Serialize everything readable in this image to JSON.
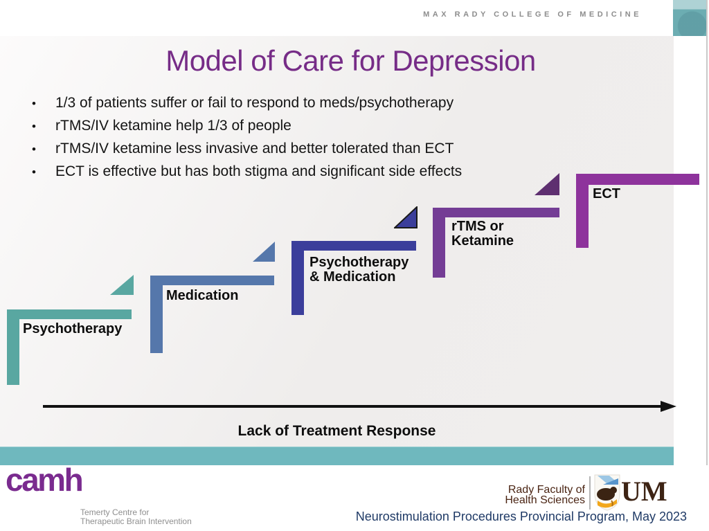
{
  "brand": {
    "college_name": "MAX RADY COLLEGE OF MEDICINE"
  },
  "slide": {
    "title": "Model of Care for Depression",
    "bullet_glyph": "•",
    "bullets": [
      "1/3 of patients suffer or fail to respond to meds/psychotherapy",
      "rTMS/IV ketamine help 1/3 of people",
      "rTMS/IV ketamine less invasive and better tolerated than ECT",
      "ECT is effective but has both stigma and significant side effects"
    ],
    "diagram": {
      "type": "ascending-steps",
      "steps": [
        {
          "label": "Psychotherapy",
          "color": "#59A7A1"
        },
        {
          "label": "Medication",
          "color": "#5577AB"
        },
        {
          "label": "Psychotherapy\n& Medication",
          "color": "#3B3E9B"
        },
        {
          "label": "rTMS or\nKetamine",
          "color": "#743D95"
        },
        {
          "label": "ECT",
          "color": "#8E339C"
        }
      ],
      "step_arrows": [
        {
          "color": "#59A7A1"
        },
        {
          "color": "#5577AB"
        },
        {
          "color": "#3B3E9B",
          "outline": "#1a1a1a"
        },
        {
          "color": "#5E2F70"
        }
      ],
      "x_axis_label": "Lack of Treatment Response"
    }
  },
  "footer": {
    "accent_bar_color": "#6FB8BE",
    "camh_wordmark": "camh",
    "camh_subtitle_line1": "Temerty Centre for",
    "camh_subtitle_line2": "Therapeutic Brain Intervention",
    "rady_line1": "Rady Faculty of",
    "rady_line2": "Health Sciences",
    "um_wordmark": "UM",
    "program_caption": "Neurostimulation Procedures Provincial Program, May 2023"
  },
  "colors": {
    "title_purple": "#762C87",
    "camh_purple": "#7A2B8F",
    "rady_brown": "#4A2413",
    "caption_navy": "#1F3A66",
    "corner_square_teal": "#6CADB2"
  }
}
